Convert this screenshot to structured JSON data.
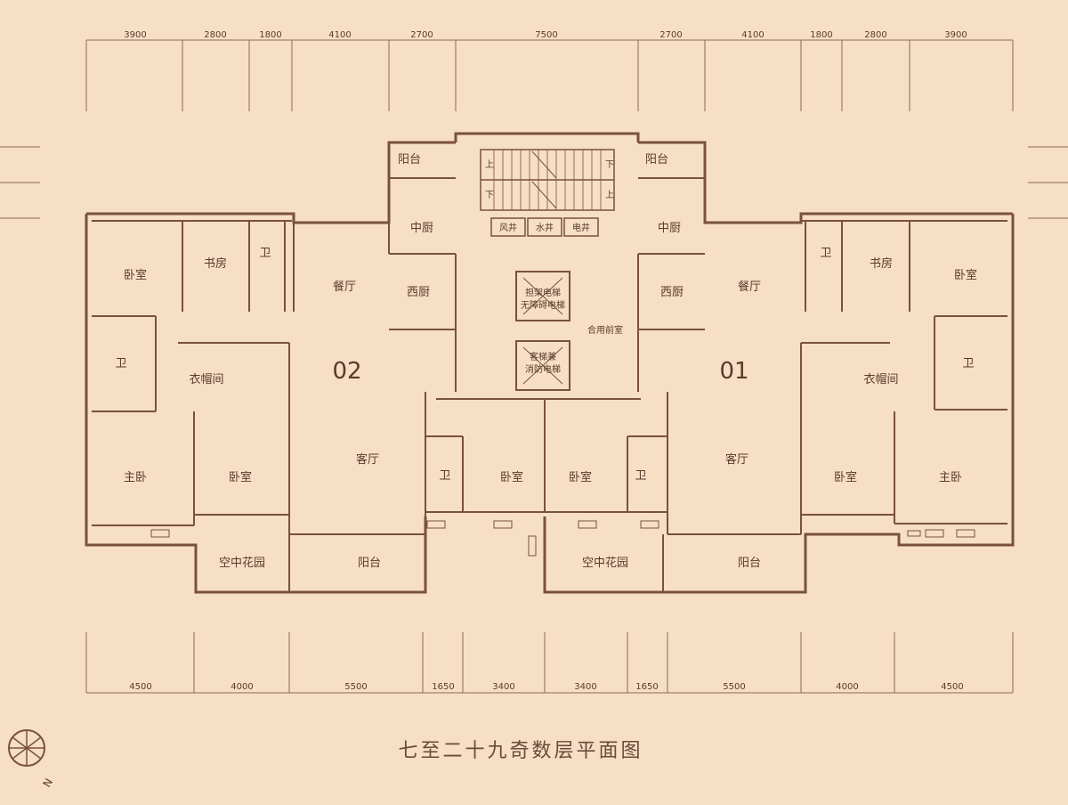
{
  "title": "七至二十九奇数层平面图",
  "compass_label": "N",
  "top_dimensions": [
    "3900",
    "2800",
    "1800",
    "4100",
    "2700",
    "7500",
    "2700",
    "4100",
    "1800",
    "2800",
    "3900"
  ],
  "bottom_dimensions": [
    "4500",
    "4000",
    "5500",
    "1650",
    "3400",
    "3400",
    "1650",
    "5500",
    "4000",
    "4500"
  ],
  "units": {
    "left": "02",
    "right": "01"
  },
  "core": {
    "stair_up": "上",
    "stair_down": "下",
    "wind_shaft": "风井",
    "water_shaft": "水井",
    "elec_shaft": "电井",
    "elevator1_line1": "担架电梯",
    "elevator1_line2": "无障碍电梯",
    "elevator2_line1": "客梯兼",
    "elevator2_line2": "消防电梯",
    "lobby": "合用前室"
  },
  "rooms": {
    "bedroom": "卧室",
    "study": "书房",
    "wc": "卫",
    "cloakroom": "衣帽间",
    "master": "主卧",
    "dining": "餐厅",
    "western_kitchen": "西厨",
    "chinese_kitchen": "中厨",
    "balcony": "阳台",
    "living": "客厅",
    "sky_garden": "空中花园"
  },
  "colors": {
    "background": "#f6dfc4",
    "wall": "#7a5040",
    "line": "#8a6a5a",
    "text": "#5a3a2c"
  }
}
